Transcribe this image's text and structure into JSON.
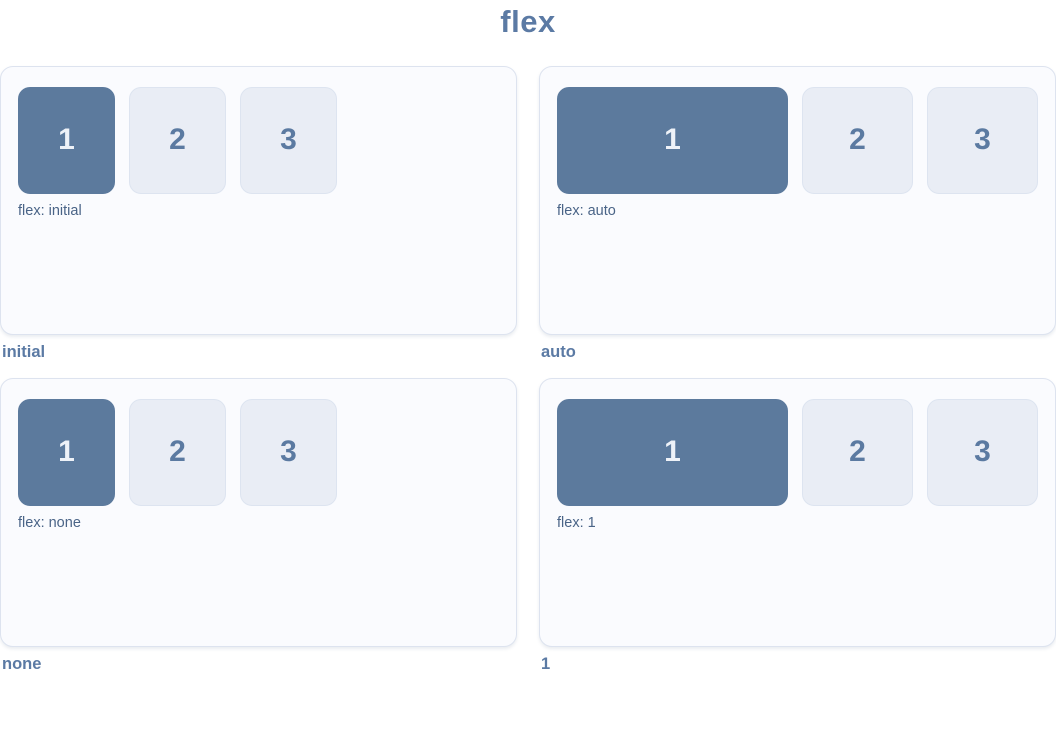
{
  "title": "flex",
  "colors": {
    "accent_text": "#5b7aa4",
    "dark_box_bg": "#5c7a9d",
    "dark_box_text": "#eef2f8",
    "light_box_bg": "#e9edf5",
    "light_box_border": "#dde4f0",
    "panel_bg": "#fafbfe",
    "panel_border": "#dde3ef",
    "caption_text": "#4a6487"
  },
  "panels": [
    {
      "label": "initial",
      "caption": "flex: initial",
      "boxes": [
        "1",
        "2",
        "3"
      ]
    },
    {
      "label": "auto",
      "caption": "flex: auto",
      "boxes": [
        "1",
        "2",
        "3"
      ]
    },
    {
      "label": "none",
      "caption": "flex: none",
      "boxes": [
        "1",
        "2",
        "3"
      ]
    },
    {
      "label": "1",
      "caption": "flex: 1",
      "boxes": [
        "1",
        "2",
        "3"
      ]
    }
  ]
}
